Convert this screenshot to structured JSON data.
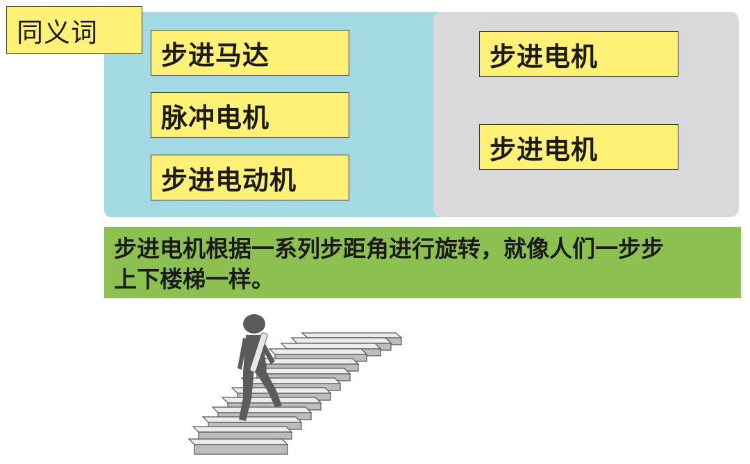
{
  "title_label": "同义词",
  "left_group": {
    "items": [
      "步进马达",
      "脉冲电机",
      "步进电动机"
    ]
  },
  "right_group": {
    "items": [
      "步进电机",
      "步进电机"
    ]
  },
  "description": {
    "line1": "步进电机根据一系列步距角进行旋转，就像人们一步步",
    "line2": "上下楼梯一样。"
  },
  "colors": {
    "left_panel": "#a3d9e2",
    "right_panel": "#d9d9db",
    "label_box": "#fff176",
    "description_bar": "#8cc152"
  },
  "illustration": "person-climbing-stairs-icon"
}
